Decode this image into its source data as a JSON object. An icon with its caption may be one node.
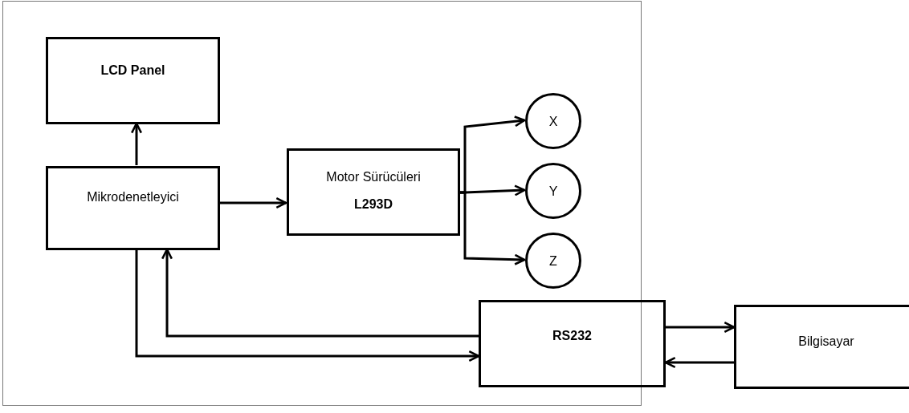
{
  "diagram": {
    "nodes": [
      {
        "text": [],
        "shape": "box"
      },
      {
        "text": [
          "LCD Panel"
        ],
        "in": 0
      },
      {
        "text": [
          "Mikrodenetleyici"
        ],
        "in": 0
      },
      {
        "text": [
          "Motor Sürücüleri",
          "L293D"
        ],
        "in": 0
      },
      {
        "text": [
          "X"
        ],
        "in": 0
      },
      {
        "text": [
          "Y"
        ],
        "in": 0
      },
      {
        "text": [
          "Z"
        ],
        "in": 0
      },
      {
        "text": [
          "RS232"
        ]
      },
      {
        "text": [
          "Bilgisayar"
        ]
      }
    ],
    "edges": [
      {
        "from": 2,
        "to": 1,
        "arrow": "to"
      },
      {
        "from": 2,
        "to": 3,
        "arrow": "to"
      },
      {
        "from": 3,
        "to": 4,
        "arrow": "to"
      },
      {
        "from": 3,
        "to": 5,
        "arrow": "to"
      },
      {
        "from": 3,
        "to": 6,
        "arrow": "to"
      },
      {
        "from": 7,
        "to": 2,
        "arrow": "to"
      },
      {
        "from": 2,
        "to": 7,
        "arrow": "to"
      },
      {
        "from": 7,
        "to": 8,
        "arrow": "to"
      },
      {
        "from": 8,
        "to": 7,
        "arrow": "to"
      }
    ]
  }
}
